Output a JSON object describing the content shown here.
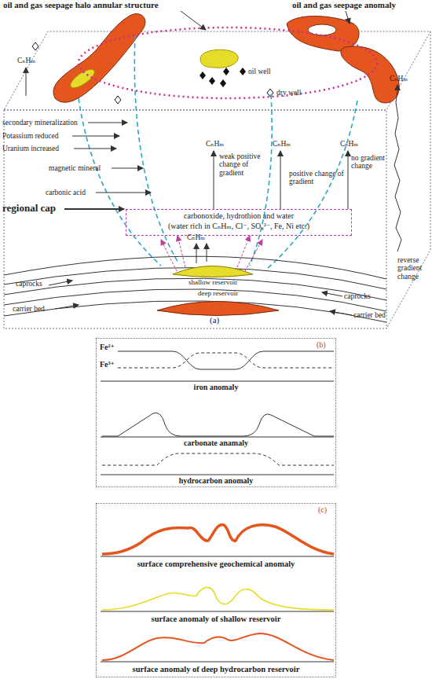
{
  "diagram": {
    "nodes": [
      {
        "text": [
          "(a)"
        ]
      },
      {
        "text": [
          "carbonoxide, hydrothion and water",
          "(water rich in CₙHₘ, Cl⁻, SO₄²⁻, Fe, Ni etc.)"
        ],
        "in": 0
      },
      {
        "text": [
          "(b)",
          "Fe²⁺",
          "Fe³⁺",
          "iron anomaly",
          "carbonate anamaly",
          "hydrocarbon anomaly"
        ]
      },
      {
        "text": [
          "(c)",
          "surface comprehensive geochemical anomaly",
          "surface anomaly of shallow reservoir",
          "surface anomaly of deep hydrocarbon reservoir"
        ]
      }
    ],
    "labels": [
      "oil and gas seepage halo annular structure",
      "oil and gas seepage anomaly",
      "oil well",
      "dry well",
      "CₙHₘ",
      "CₙHₘ",
      "secondary mineralization",
      "Potassium reduced",
      "Uranium increased",
      "magnetic mineral",
      "carbonic acid",
      "regional cap",
      "CₙHₘ",
      "weak positive change of gradient",
      "CₙHₘ",
      "positive change of gradient",
      "CₙHₘ",
      "no gradient change",
      "reverse gradient change",
      "CₙHₘ",
      "caprocks",
      "shallow reservoir",
      "deep reservoir",
      "caprocks",
      "carrier bed",
      "carrier bed"
    ]
  }
}
